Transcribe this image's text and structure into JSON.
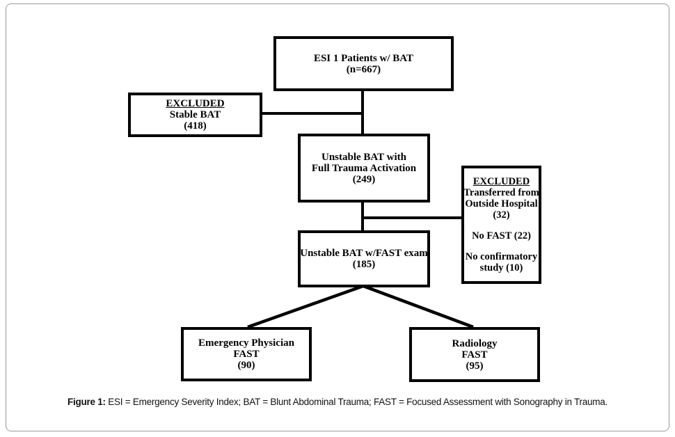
{
  "flowchart": {
    "esi_patients": {
      "lines": [
        "ESI 1 Patients w/ BAT",
        "(n=667)"
      ]
    },
    "excluded_stable": {
      "title": "EXCLUDED",
      "lines": [
        "Stable BAT",
        "(418)"
      ]
    },
    "unstable_activation": {
      "lines": [
        "Unstable BAT with",
        "Full Trauma Activation",
        "(249)"
      ]
    },
    "excluded_transfer": {
      "title": "EXCLUDED",
      "groups": [
        [
          "Transferred from",
          "Outside Hospital",
          "(32)"
        ],
        [
          "No FAST (22)"
        ],
        [
          "No confirmatory",
          "study (10)"
        ]
      ]
    },
    "unstable_fast": {
      "lines": [
        "Unstable BAT w/FAST exam",
        "(185)"
      ]
    },
    "ep_fast": {
      "lines": [
        "Emergency Physician",
        "FAST",
        "(90)"
      ]
    },
    "radiology_fast": {
      "lines": [
        "Radiology",
        "FAST",
        "(95)"
      ]
    }
  },
  "caption": {
    "label": "Figure 1:",
    "text": "ESI = Emergency Severity Index; BAT = Blunt Abdominal Trauma; FAST = Focused Assessment with Sonography in Trauma."
  },
  "colors": {
    "box_border": "#000000",
    "connector": "#000000",
    "frame_border": "#9b9b9b",
    "text": "#000000"
  }
}
